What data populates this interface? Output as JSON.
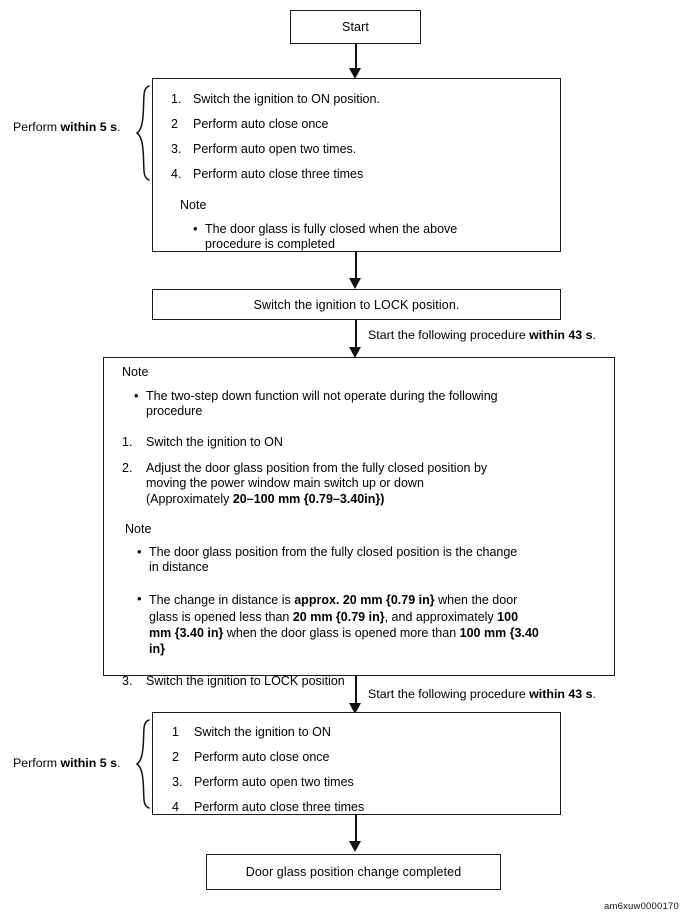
{
  "diagram": {
    "id_code": "am6xuw0000170",
    "nodes": {
      "start": {
        "label": "Start"
      },
      "step_block_1": {
        "items": [
          {
            "num": "1.",
            "text": "Switch the ignition to ON position."
          },
          {
            "num": "2",
            "text": "Perform auto close once"
          },
          {
            "num": "3.",
            "text": "Perform auto open two times."
          },
          {
            "num": "4.",
            "text": "Perform auto close three times"
          }
        ],
        "note_heading": "Note",
        "note_bullets": [
          "The door glass is fully closed when the above procedure is completed"
        ]
      },
      "lock_box": {
        "label": "Switch the ignition to LOCK position."
      },
      "adjust_block": {
        "note_heading_1": "Note",
        "note_bullet_1": "The two-step down function will not operate during the following procedure",
        "step_1_num": "1.",
        "step_1_text": "Switch the ignition to ON",
        "step_2_num": "2.",
        "step_2_line_1": "Adjust the door glass position from the fully closed position by",
        "step_2_line_2": "moving the power window main switch up or down",
        "step_2_line_3_prefix": "(Approximately",
        "step_2_line_3_value": "20–100",
        "step_2_line_3_unit": "mm {0.79–3.40",
        "step_2_line_3_unit2": "in})",
        "note_heading_2": "Note",
        "note_bullet_2": "The door glass position from the fully closed position is the change in distance",
        "note_bullet_3_a": "The change in distance is ",
        "note_bullet_3_b": "approx. 20",
        "note_bullet_3_c": "mm {0.79",
        "note_bullet_3_d": "in}",
        "note_bullet_3_e": " when the door glass is opened less than ",
        "note_bullet_3_f": "20",
        "note_bullet_3_g": "mm {0.79",
        "note_bullet_3_h": "in}",
        "note_bullet_3_i": ", and approximately ",
        "note_bullet_3_j": "100",
        "note_bullet_3_k": "mm {3.40",
        "note_bullet_3_l": "in}",
        "note_bullet_3_m": " when the door glass is opened more than ",
        "note_bullet_3_n": "100",
        "note_bullet_3_o": "mm {3.40",
        "note_bullet_3_p": "in}",
        "step_3_num": "3.",
        "step_3_text": "Switch the ignition to LOCK position"
      },
      "step_block_2": {
        "items": [
          {
            "num": "1",
            "text": "Switch the ignition to ON"
          },
          {
            "num": "2",
            "text": "Perform auto close once"
          },
          {
            "num": "3.",
            "text": "Perform auto open two times"
          },
          {
            "num": "4",
            "text": "Perform auto close three times"
          }
        ]
      },
      "end": {
        "label": "Door glass position change completed"
      }
    },
    "annotations": {
      "perform_within_5s_top_pre": "Perform ",
      "perform_within_5s_top_bold": "within  5  s",
      "perform_within_5s_top_post": ".",
      "perform_within_5s_bottom_pre": "Perform ",
      "perform_within_5s_bottom_bold": "within  5  s",
      "perform_within_5s_bottom_post": ".",
      "start_following_1_pre": "Start the following procedure ",
      "start_following_1_bold": "within  43  s",
      "start_following_1_post": ".",
      "start_following_2_pre": "Start the following procedure ",
      "start_following_2_bold": "within  43  s",
      "start_following_2_post": "."
    }
  }
}
